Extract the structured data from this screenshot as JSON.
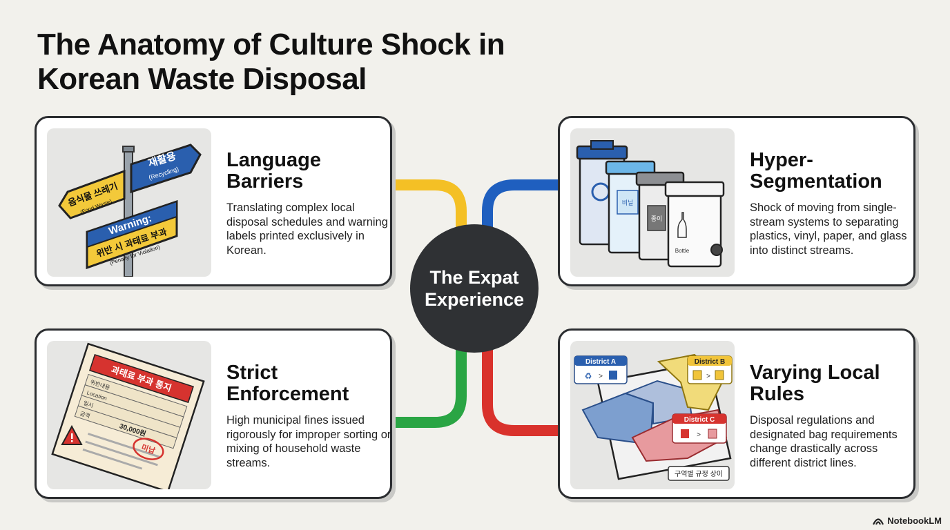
{
  "title": "The Anatomy of Culture Shock in Korean Waste Disposal",
  "hub": "The Expat Experience",
  "cards": [
    {
      "heading": "Language Barriers",
      "body": "Translating complex local disposal schedules and warning labels printed exclusively in Korean.",
      "illustration": {
        "sign_top": "재활용",
        "sign_top_sub": "(Recycling)",
        "sign_left": "음식물 쓰레기",
        "sign_left_sub": "(Food Waste)",
        "sign_warning": "Warning:",
        "sign_warning_kr": "위반 시 과태료 부과",
        "sign_warning_sub": "(Penalty for Violation)"
      }
    },
    {
      "heading": "Hyper-Segmentation",
      "body": "Shock of moving from single-stream systems to separating plastics, vinyl, paper, and glass into distinct streams.",
      "illustration": {
        "bin_label_2": "비닐",
        "bin_label_3": "종이",
        "bin_label_4": "Bottle"
      }
    },
    {
      "heading": "Strict Enforcement",
      "body": "High municipal fines issued rigorously for improper sorting or mixing of household waste streams.",
      "illustration": {
        "notice_header": "과태료 부과 통지",
        "row_1": "위반내용",
        "row_2": "Location",
        "row_3": "일시",
        "row_4": "금액",
        "amount": "30,000원",
        "stamp": "미납"
      }
    },
    {
      "heading": "Varying Local Rules",
      "body": "Disposal regulations and designated bag requirements change drastically across different district lines.",
      "illustration": {
        "district_a": "District A",
        "district_b": "District B",
        "district_c": "District C",
        "caption_kr": "구역별 규정 상이"
      }
    }
  ],
  "brand": "NotebookLM",
  "colors": {
    "yellow": "#f4c025",
    "blue": "#1f5fbf",
    "green": "#2aa544",
    "red": "#d9322c",
    "hub": "#2f3134"
  }
}
